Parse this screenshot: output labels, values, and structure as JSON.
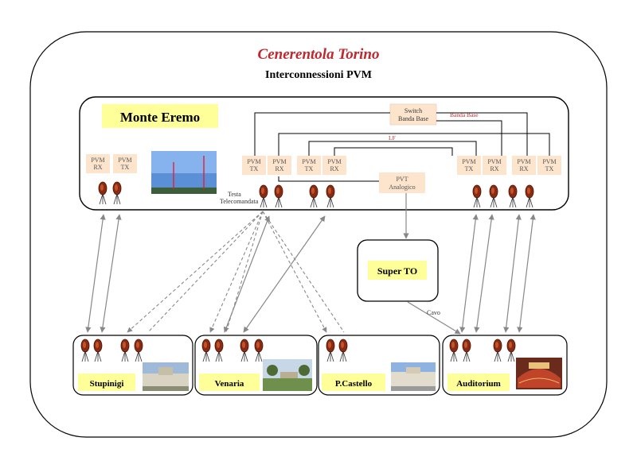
{
  "title": "Cenerentola Torino",
  "subtitle": "Interconnessioni PVM",
  "monte_eremo": {
    "label": "Monte Eremo"
  },
  "switch": {
    "line1": "Switch",
    "line2": "Banda Base",
    "annotation": "Banda Base"
  },
  "pvm_units": [
    {
      "l1": "PVM",
      "l2": "RX"
    },
    {
      "l1": "PVM",
      "l2": "TX"
    },
    {
      "l1": "PVM",
      "l2": "TX"
    },
    {
      "l1": "PVM",
      "l2": "RX"
    },
    {
      "l1": "PVM",
      "l2": "TX"
    },
    {
      "l1": "PVM",
      "l2": "RX"
    },
    {
      "l1": "PVM",
      "l2": "TX"
    },
    {
      "l1": "PVM",
      "l2": "RX"
    },
    {
      "l1": "PVM",
      "l2": "RX"
    },
    {
      "l1": "PVM",
      "l2": "TX"
    }
  ],
  "pvt": {
    "line1": "PVT",
    "line2": "Analogico"
  },
  "testa": {
    "line1": "Testa",
    "line2": "Telecomandata"
  },
  "lf_label": "LF",
  "super_to": {
    "label": "Super TO"
  },
  "cavo_label": "Cavo",
  "sites": [
    {
      "label": "Stupinigi"
    },
    {
      "label": "Venaria"
    },
    {
      "label": "P.Castello"
    },
    {
      "label": "Auditorium"
    }
  ],
  "colors": {
    "title_red": "#c0272d",
    "label_yellow": "#ffff99",
    "pvm_box": "#fde4cc",
    "arrow_grey": "#888888"
  }
}
